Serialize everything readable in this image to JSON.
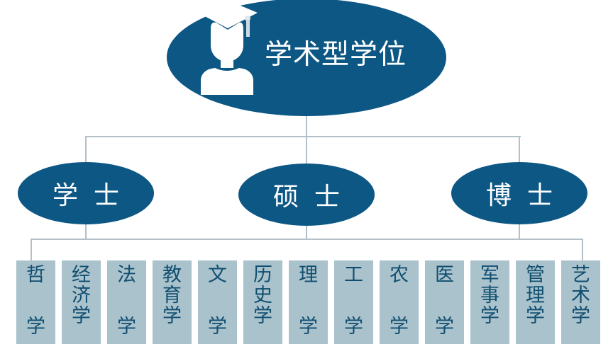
{
  "root": {
    "label": "学术型学位",
    "icon": "graduate-student-icon",
    "color": "#0d5785"
  },
  "levels": [
    {
      "label": "学士",
      "chars": [
        "学",
        "士"
      ]
    },
    {
      "label": "硕士",
      "chars": [
        "硕",
        "士"
      ]
    },
    {
      "label": "博士",
      "chars": [
        "博",
        "士"
      ]
    }
  ],
  "disciplines": [
    {
      "label": "哲学",
      "chars": [
        "哲",
        "学"
      ]
    },
    {
      "label": "经济学",
      "chars": [
        "经",
        "济",
        "学"
      ]
    },
    {
      "label": "法学",
      "chars": [
        "法",
        "学"
      ]
    },
    {
      "label": "教育学",
      "chars": [
        "教",
        "育",
        "学"
      ]
    },
    {
      "label": "文学",
      "chars": [
        "文",
        "学"
      ]
    },
    {
      "label": "历史学",
      "chars": [
        "历",
        "史",
        "学"
      ]
    },
    {
      "label": "理学",
      "chars": [
        "理",
        "学"
      ]
    },
    {
      "label": "工学",
      "chars": [
        "工",
        "学"
      ]
    },
    {
      "label": "农学",
      "chars": [
        "农",
        "学"
      ]
    },
    {
      "label": "医学",
      "chars": [
        "医",
        "学"
      ]
    },
    {
      "label": "军事学",
      "chars": [
        "军",
        "事",
        "学"
      ]
    },
    {
      "label": "管理学",
      "chars": [
        "管",
        "理",
        "学"
      ]
    },
    {
      "label": "艺术学",
      "chars": [
        "艺",
        "术",
        "学"
      ]
    }
  ],
  "colors": {
    "ellipse": "#0d5785",
    "box_bg": "#a9c2cc",
    "box_text": "#104e70",
    "connector": "#b3c0c8"
  }
}
